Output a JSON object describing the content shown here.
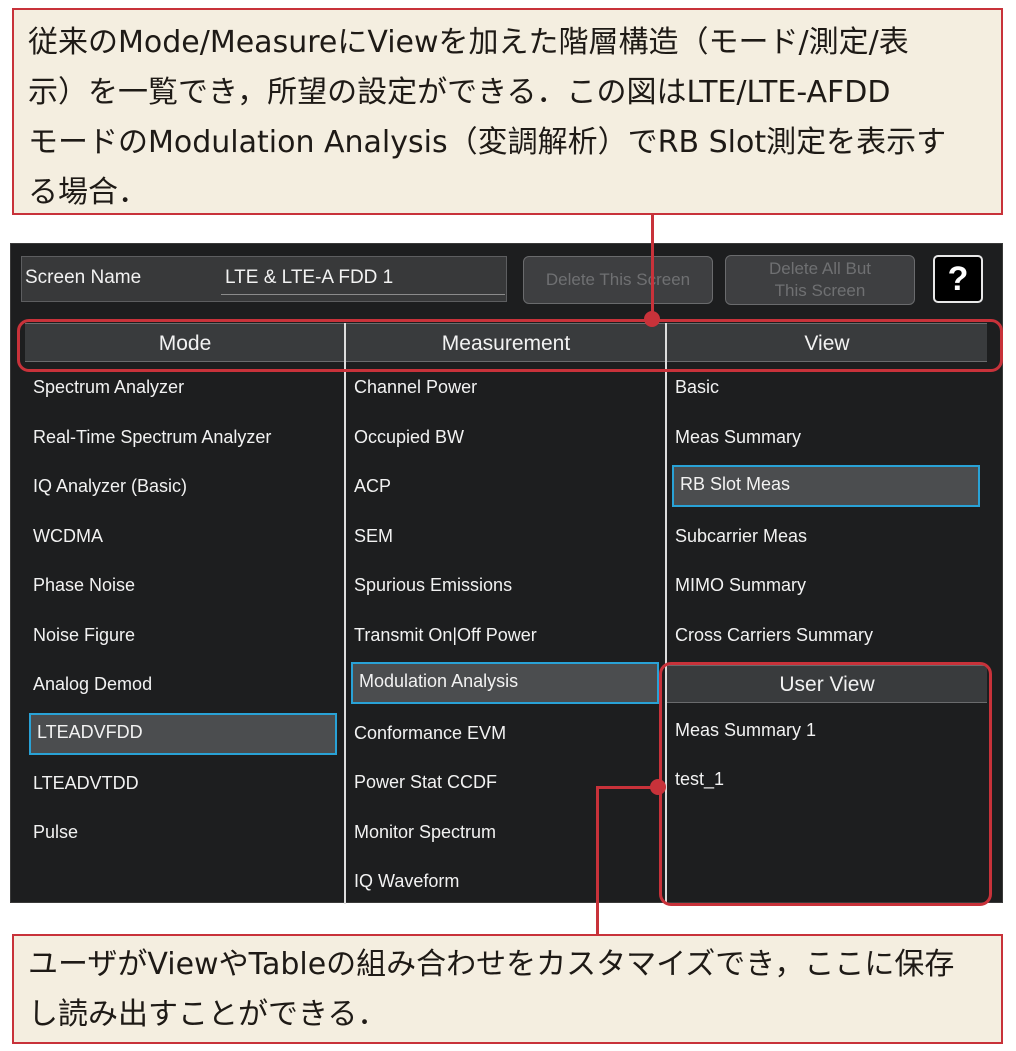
{
  "callouts": {
    "top": {
      "lines": [
        "従来のMode/MeasureにViewを加えた階層構造（モード/測定/表",
        "示）を一覧でき，所望の設定ができる．この図はLTE/LTE-AFDD",
        "モードのModulation Analysis（変調解析）でRB Slot測定を表示す",
        "る場合．"
      ]
    },
    "bottom": {
      "lines": [
        "ユーザがViewやTableの組み合わせをカスタマイズでき，ここに保存",
        "し読み出すことができる．"
      ]
    }
  },
  "screen": {
    "screen_name_label": "Screen Name",
    "screen_name_value": "LTE & LTE-A FDD 1",
    "delete_this_screen": "Delete This Screen",
    "delete_all_but_line1": "Delete All But",
    "delete_all_but_line2": "This Screen",
    "help_label": "?"
  },
  "columns": {
    "mode": {
      "header": "Mode",
      "items": [
        "Spectrum Analyzer",
        "Real-Time Spectrum Analyzer",
        "IQ Analyzer (Basic)",
        "WCDMA",
        "Phase Noise",
        "Noise Figure",
        "Analog Demod",
        "LTEADVFDD",
        "LTEADVTDD",
        "Pulse"
      ],
      "selected": "LTEADVFDD"
    },
    "measurement": {
      "header": "Measurement",
      "items": [
        "Channel Power",
        "Occupied BW",
        "ACP",
        "SEM",
        "Spurious Emissions",
        "Transmit On|Off Power",
        "Modulation Analysis",
        "Conformance EVM",
        "Power Stat CCDF",
        "Monitor Spectrum",
        "IQ Waveform"
      ],
      "selected": "Modulation Analysis"
    },
    "view": {
      "header": "View",
      "items": [
        "Basic",
        "Meas Summary",
        "RB Slot Meas",
        "Subcarrier Meas",
        "MIMO Summary",
        "Cross Carriers Summary"
      ],
      "selected": "RB Slot Meas"
    },
    "user_view": {
      "header": "User View",
      "items": [
        "Meas Summary 1",
        "test_1"
      ]
    }
  },
  "colors": {
    "annotation_red": "#c8323a",
    "callout_bg": "#f4eee0",
    "selection_border": "#29a2d6",
    "screen_bg": "#1d1e1f"
  }
}
